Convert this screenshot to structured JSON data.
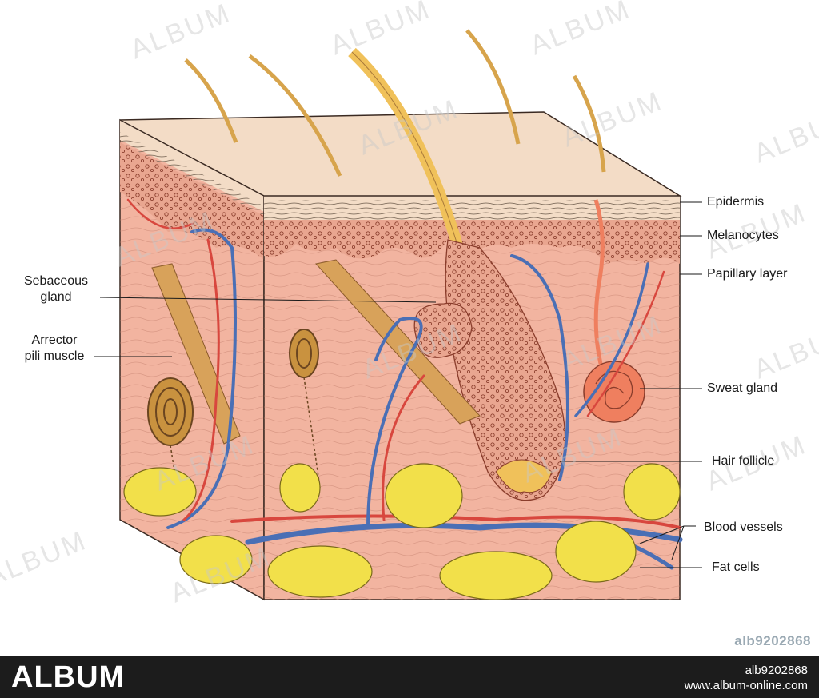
{
  "labels": {
    "epidermis": "Epidermis",
    "melanocytes": "Melanocytes",
    "papillary_layer": "Papillary layer",
    "sebaceous_gland_line1": "Sebaceous",
    "sebaceous_gland_line2": "gland",
    "arrector_line1": "Arrector",
    "arrector_line2": "pili muscle",
    "sweat_gland": "Sweat gland",
    "hair_follicle": "Hair follicle",
    "blood_vessels": "Blood vessels",
    "fat_cells": "Fat cells"
  },
  "watermark": "ALBUM",
  "image_id": "alb9202868",
  "footer": {
    "logo": "ALBUM",
    "id": "alb9202868",
    "url": "www.album-online.com"
  },
  "colors": {
    "dermis": "#f2b4a0",
    "epidermis": "#f3dcc6",
    "melanocyte_layer": "#e9a690",
    "hair": "#f0c15a",
    "artery": "#d8473e",
    "vein": "#4a6fb5",
    "fat": "#f2e04a",
    "sweat_gland": "#ef7f5f",
    "footer_bg": "#1c1c1c"
  }
}
